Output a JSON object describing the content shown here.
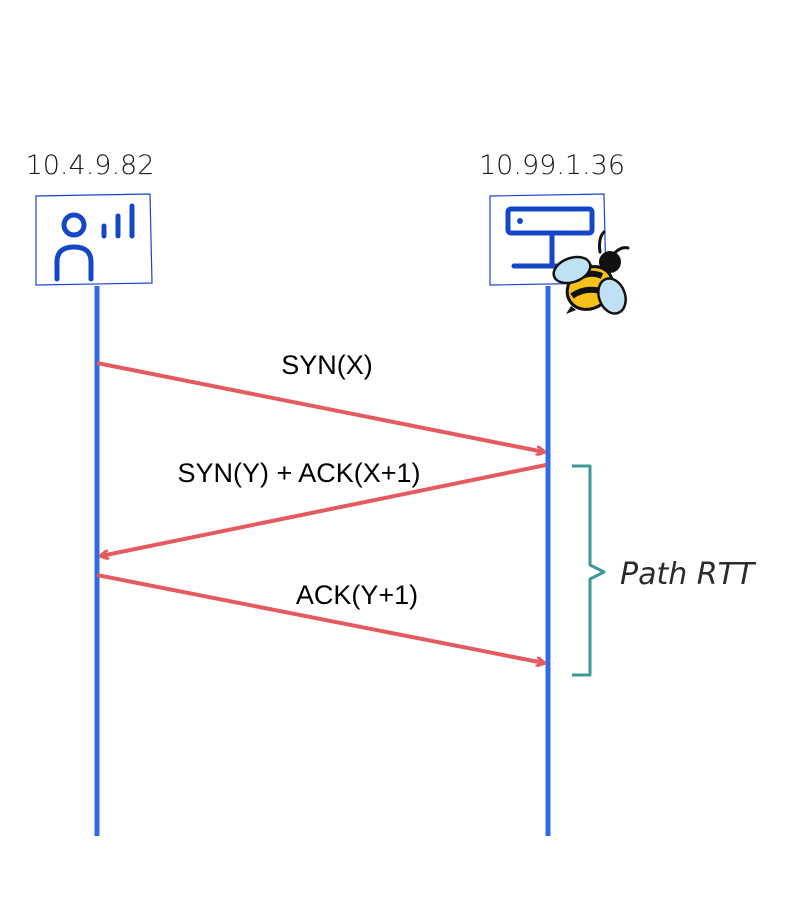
{
  "hosts": {
    "client": {
      "address": "10.4.9.82",
      "icon": "user-analytics-icon"
    },
    "server": {
      "address": "10.99.1.36",
      "icon": "server-icon",
      "badge_icon": "bee-icon"
    }
  },
  "messages": [
    {
      "label": "SYN(X)",
      "direction": "client-to-server"
    },
    {
      "label": "SYN(Y) + ACK(X+1)",
      "direction": "server-to-client"
    },
    {
      "label": "ACK(Y+1)",
      "direction": "client-to-server"
    }
  ],
  "bracket": {
    "label": "Path RTT"
  },
  "colors": {
    "lifeline": "#2f6be8",
    "arrow": "#e55a5f",
    "icon": "#1447c8",
    "bracket": "#3f9a97"
  }
}
